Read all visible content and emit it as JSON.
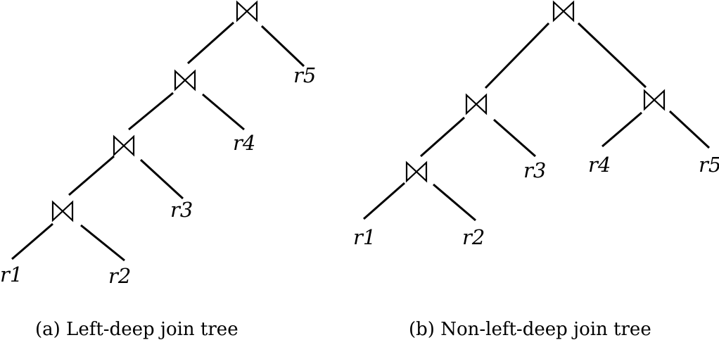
{
  "icons": {
    "join": "bowtie-join-icon"
  },
  "tree_a": {
    "caption": "(a) Left-deep join tree",
    "leaves": [
      "r1",
      "r2",
      "r3",
      "r4",
      "r5"
    ]
  },
  "tree_b": {
    "caption": "(b) Non-left-deep join tree",
    "leaves": [
      "r1",
      "r2",
      "r3",
      "r4",
      "r5"
    ]
  }
}
